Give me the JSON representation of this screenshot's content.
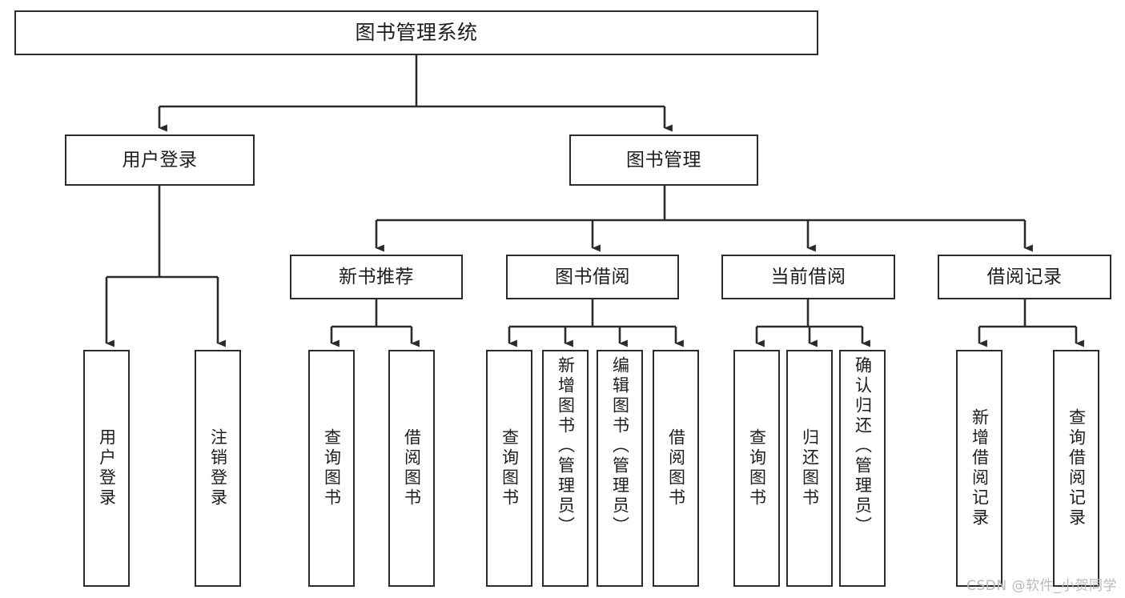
{
  "diagram": {
    "title": "图书管理系统",
    "type": "功能结构图",
    "root": {
      "id": "root",
      "label": "图书管理系统"
    },
    "level2": [
      {
        "id": "user-login",
        "label": "用户登录"
      },
      {
        "id": "book-manage",
        "label": "图书管理"
      }
    ],
    "level3": [
      {
        "id": "new-book",
        "label": "新书推荐",
        "parent": "book-manage"
      },
      {
        "id": "borrow",
        "label": "图书借阅",
        "parent": "book-manage"
      },
      {
        "id": "current",
        "label": "当前借阅",
        "parent": "book-manage"
      },
      {
        "id": "record",
        "label": "借阅记录",
        "parent": "book-manage"
      }
    ],
    "leaves": [
      {
        "id": "leaf-user-login",
        "label": "用户登录",
        "parent": "user-login"
      },
      {
        "id": "leaf-user-logout",
        "label": "注销登录",
        "parent": "user-login"
      },
      {
        "id": "leaf-nb-query",
        "label": "查询图书",
        "parent": "new-book"
      },
      {
        "id": "leaf-nb-borrow",
        "label": "借阅图书",
        "parent": "new-book"
      },
      {
        "id": "leaf-bw-query",
        "label": "查询图书",
        "parent": "borrow"
      },
      {
        "id": "leaf-bw-add",
        "label": "新增图书（管理员）",
        "parent": "borrow"
      },
      {
        "id": "leaf-bw-edit",
        "label": "编辑图书（管理员）",
        "parent": "borrow"
      },
      {
        "id": "leaf-bw-borrow",
        "label": "借阅图书",
        "parent": "borrow"
      },
      {
        "id": "leaf-cur-query",
        "label": "查询图书",
        "parent": "current"
      },
      {
        "id": "leaf-cur-return",
        "label": "归还图书",
        "parent": "current"
      },
      {
        "id": "leaf-cur-confirm",
        "label": "确认归还（管理员）",
        "parent": "current"
      },
      {
        "id": "leaf-rec-add",
        "label": "新增借阅记录",
        "parent": "record"
      },
      {
        "id": "leaf-rec-query",
        "label": "查询借阅记录",
        "parent": "record"
      }
    ]
  },
  "style": {
    "border_color": "#2b2b2b",
    "box_fill": "#ffffff",
    "text_color": "#1d1d1d",
    "connector_color": "#2b2b2b",
    "background": "#ffffff"
  },
  "watermark": {
    "text": "CSDN @软件_小贺同学",
    "color": "#b9b9b9"
  }
}
